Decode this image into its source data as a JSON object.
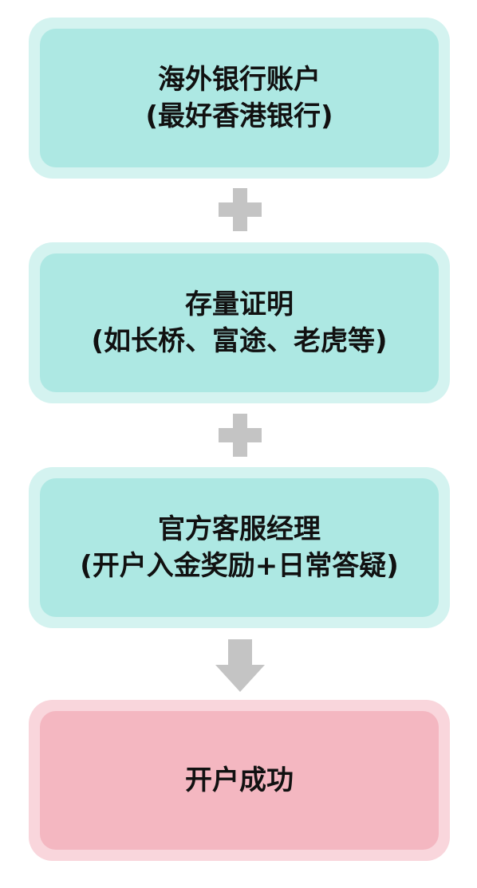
{
  "steps": [
    {
      "id": "overseas-bank-account",
      "lines": [
        "海外银行账户",
        "(最好香港银行)"
      ],
      "style": "teal"
    },
    {
      "id": "asset-proof",
      "lines": [
        "存量证明",
        "(如长桥、富途、老虎等)"
      ],
      "style": "teal"
    },
    {
      "id": "official-account-manager",
      "lines": [
        "官方客服经理",
        "(开户入金奖励+日常答疑)"
      ],
      "style": "teal"
    },
    {
      "id": "account-opened",
      "lines": [
        "开户成功"
      ],
      "style": "pink"
    }
  ],
  "connectors": [
    "plus",
    "plus",
    "arrow-down"
  ],
  "colors": {
    "step_outer": "#d4f3f0",
    "step_inner": "#ade8e3",
    "final_outer": "#f9d6dc",
    "final_inner": "#f4b7c1",
    "connector": "#c4c4c4",
    "text": "#111111"
  }
}
